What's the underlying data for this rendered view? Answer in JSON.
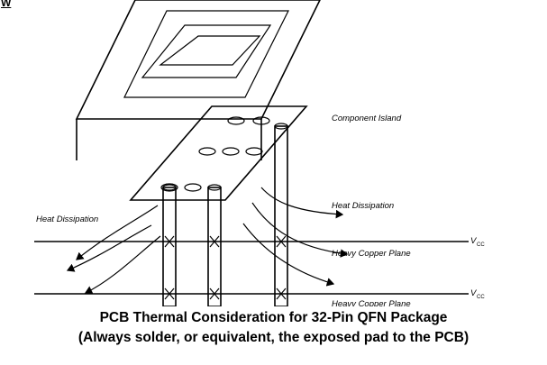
{
  "corner_text": "W",
  "labels": {
    "component_island": "Component Island",
    "heat_dissipation_left": "Heat Dissipation",
    "heat_dissipation_right": "Heat Dissipation",
    "heavy_copper_plane_1": "Heavy Copper Plane",
    "heavy_copper_plane_2": "Heavy Copper Plane",
    "vcc_label_1": "V",
    "vcc_sub_1": "CC",
    "vcc_label_2": "V",
    "vcc_sub_2": "CC"
  },
  "caption": {
    "line1": "PCB Thermal Consideration for 32-Pin QFN Package",
    "line2": "(Always solder, or equivalent, the exposed pad to the PCB)"
  }
}
